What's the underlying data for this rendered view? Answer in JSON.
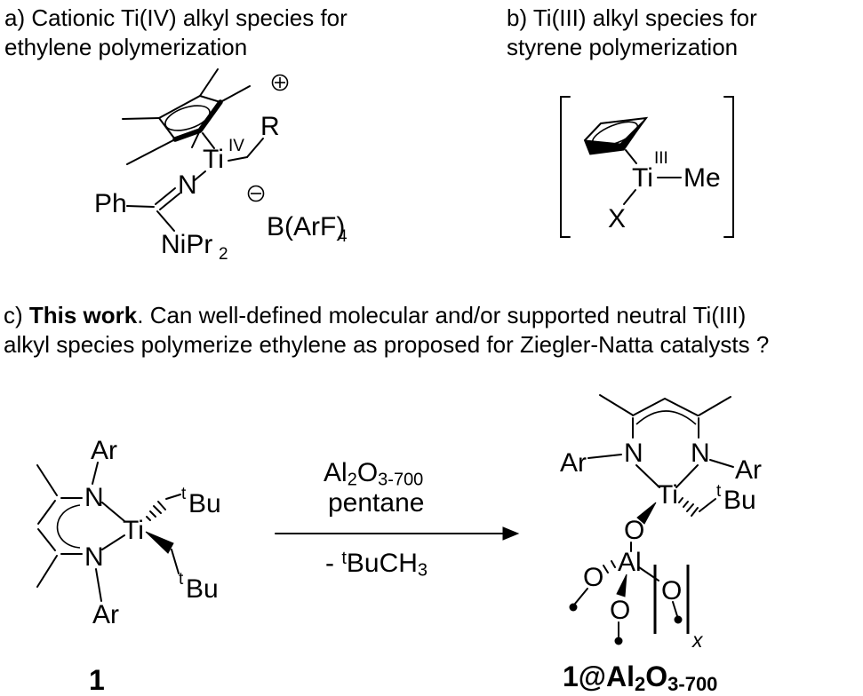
{
  "colors": {
    "ink": "#000000",
    "background": "#ffffff"
  },
  "headings": {
    "a_line1": "a)  Cationic Ti(IV) alkyl species for",
    "a_line2": "ethylene polymerization",
    "b_line1": "b) Ti(III) alkyl species for",
    "b_line2": "styrene polymerization"
  },
  "this_work": {
    "prefix": "c) ",
    "bold": "This work",
    "line1_rest": ". Can well-defined molecular and/or supported neutral Ti(III)",
    "line2": "alkyl species polymerize ethylene as proposed for Ziegler-Natta catalysts ?"
  },
  "structure_a": {
    "ph": "Ph",
    "n": "N",
    "ti": "Ti",
    "oxidation_state": "IV",
    "r": "R",
    "amide_main": "NiPr",
    "amide_sub": "2",
    "borate_main": "B(ArF)",
    "borate_sub": "4"
  },
  "structure_b": {
    "ti": "Ti",
    "oxidation_state": "III",
    "me": "Me",
    "x": "X"
  },
  "structure_c": {
    "ar_top": "Ar",
    "n_top": "N",
    "n_bottom": "N",
    "ar_bottom": "Ar",
    "ti": "Ti",
    "tbu_sup": "t",
    "tbu_main": "Bu",
    "compound_number": "1"
  },
  "arrow": {
    "reagent_al": "Al",
    "reagent_al_sub": "2",
    "reagent_o": "O",
    "reagent_o_sub": "3-700",
    "solvent": "pentane",
    "byproduct_prefix": "- ",
    "byproduct_sup": "t",
    "byproduct_main": "BuCH",
    "byproduct_sub": "3"
  },
  "structure_d": {
    "ar_left": "Ar",
    "ar_right": "Ar",
    "n_left": "N",
    "n_right": "N",
    "ti": "Ti",
    "tbu_sup": "t",
    "tbu_main": "Bu",
    "o_top": "O",
    "al": "Al",
    "o_left": "O",
    "o_bottom": "O",
    "o_bracket": "O",
    "repeat_sub": "x",
    "label_p1": "1@Al",
    "label_s1": "2",
    "label_p2": "O",
    "label_s2": "3-700"
  }
}
